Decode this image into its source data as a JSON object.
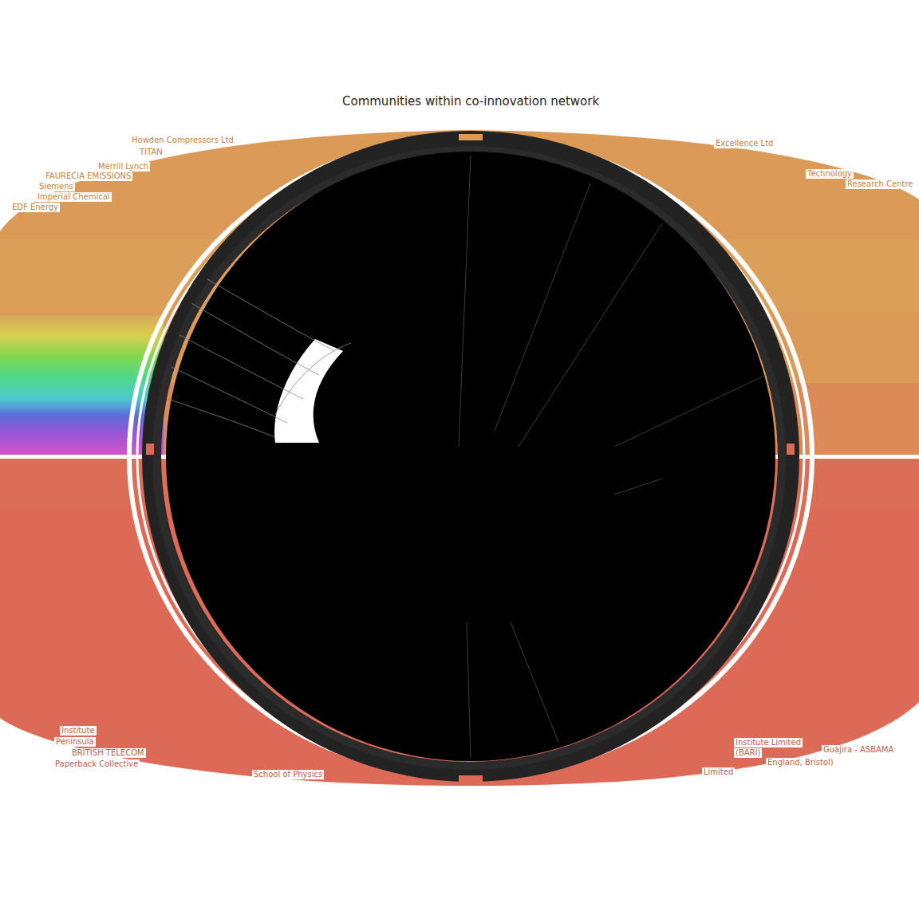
{
  "diagram": {
    "title": "Communities within co-innovation network",
    "labels": [
      "Howden Compressors Ltd",
      "TITAN",
      "Merrill Lynch",
      "FAURECIA EMISSIONS",
      "Siemens",
      "Imperial Chemical",
      "EDF Energy",
      "Excellence Ltd",
      "Technology",
      "Research Centre",
      "Institute",
      "Peninsula",
      "BRITISH TELECOM",
      "Paperback Collective",
      "School of Physics",
      "Limited",
      "England, Bristol)",
      "(BARI)",
      "Institute Limited",
      "Guajira - ASBAMA"
    ]
  }
}
